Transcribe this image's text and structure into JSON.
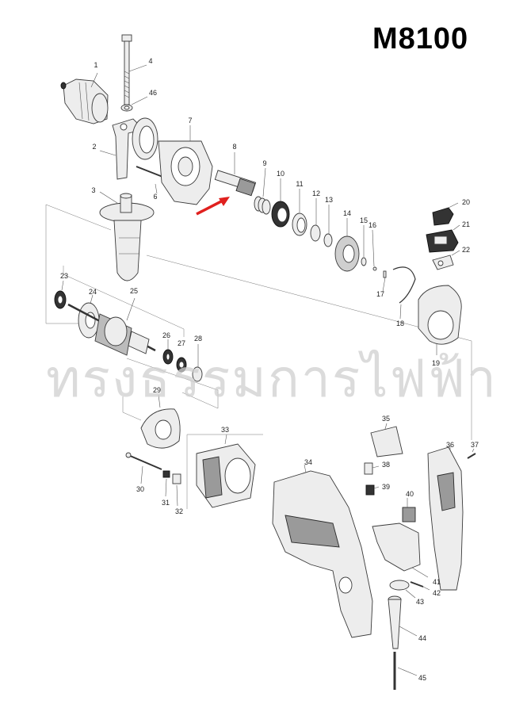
{
  "title": "M8100",
  "watermark": "ทรงธรรมการไฟฟ้า",
  "arrow_color": "#e0201e",
  "part_numbers": [
    "1",
    "2",
    "3",
    "4",
    "6",
    "7",
    "8",
    "9",
    "10",
    "11",
    "12",
    "13",
    "14",
    "15",
    "16",
    "17",
    "18",
    "19",
    "20",
    "21",
    "22",
    "23",
    "24",
    "25",
    "26",
    "27",
    "28",
    "29",
    "30",
    "31",
    "32",
    "33",
    "34",
    "35",
    "36",
    "37",
    "38",
    "39",
    "40",
    "41",
    "42",
    "43",
    "44",
    "45",
    "46"
  ]
}
